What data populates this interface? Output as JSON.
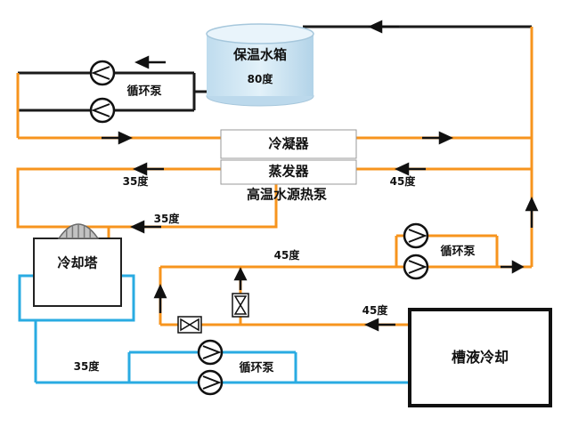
{
  "diagram": {
    "tank_name": "保温水箱",
    "tank_temp": "80度",
    "condenser": "冷凝器",
    "evaporator": "蒸发器",
    "unit_name": "高温水源热泵",
    "cooling_tower": "冷却塔",
    "bath": "槽液冷却",
    "pump_top": "循环泵",
    "pump_right": "循环泵",
    "pump_bottom": "循环泵",
    "temp_evap_out": "35度",
    "temp_evap_in": "45度",
    "temp_tower_in": "35度",
    "temp_pump_feed": "45度",
    "temp_bath_out": "45度",
    "temp_tower_supply": "35度",
    "colors": {
      "hot": "#F7941E",
      "cold": "#29ABE2",
      "line": "#1A1A1A"
    }
  }
}
